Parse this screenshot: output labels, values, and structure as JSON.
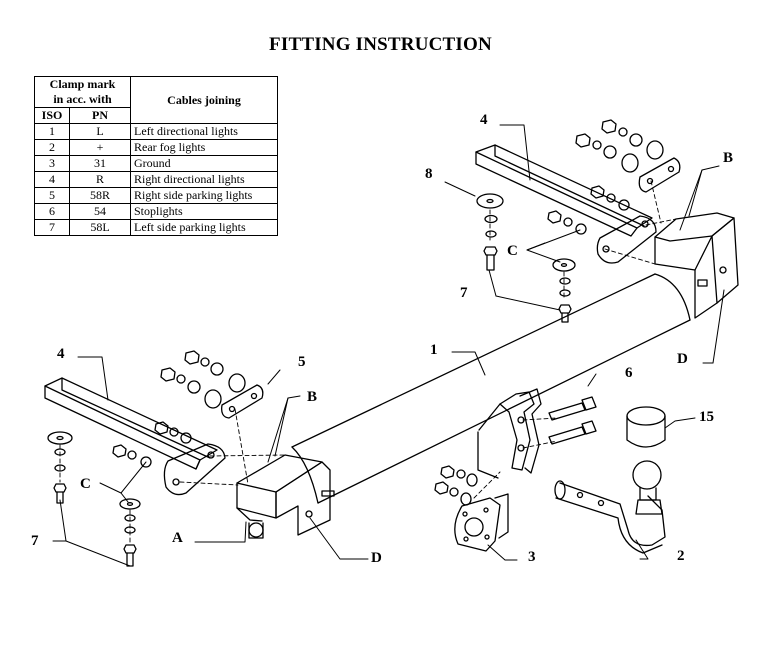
{
  "title": "FITTING INSTRUCTION",
  "table": {
    "header_mark_line1": "Clamp mark",
    "header_mark_line2": "in acc. with",
    "header_iso": "ISO",
    "header_pn": "PN",
    "header_cables": "Cables joining",
    "rows": [
      {
        "iso": "1",
        "pn": "L",
        "desc": "Left directional lights"
      },
      {
        "iso": "2",
        "pn": "+",
        "desc": "Rear fog lights"
      },
      {
        "iso": "3",
        "pn": "31",
        "desc": "Ground"
      },
      {
        "iso": "4",
        "pn": "R",
        "desc": "Right directional lights"
      },
      {
        "iso": "5",
        "pn": "58R",
        "desc": "Right side parking lights"
      },
      {
        "iso": "6",
        "pn": "54",
        "desc": "Stoplights"
      },
      {
        "iso": "7",
        "pn": "58L",
        "desc": "Left side parking lights"
      }
    ]
  },
  "callouts": {
    "c1": "1",
    "c2": "2",
    "c3": "3",
    "c4_left": "4",
    "c4_right": "4",
    "c5": "5",
    "c6": "6",
    "c7_left": "7",
    "c7_right": "7",
    "c8": "8",
    "c15": "15",
    "cA": "A",
    "cB_left": "B",
    "cB_right": "B",
    "cC_left": "C",
    "cC_right": "C",
    "cD_left": "D",
    "cD_right": "D"
  }
}
